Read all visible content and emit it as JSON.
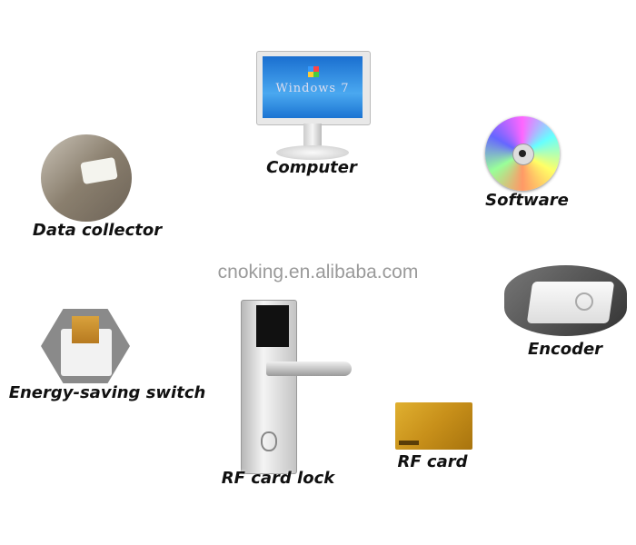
{
  "watermark": "cnoking.en.alibaba.com",
  "nodes": {
    "computer": {
      "label": "Computer",
      "screen_text": "Windows 7"
    },
    "software": {
      "label": "Software"
    },
    "data_collector": {
      "label": "Data collector"
    },
    "encoder": {
      "label": "Encoder"
    },
    "energy_switch": {
      "label": "Energy-saving switch"
    },
    "lock": {
      "label": "RF card lock"
    },
    "card": {
      "label": "RF card"
    }
  }
}
